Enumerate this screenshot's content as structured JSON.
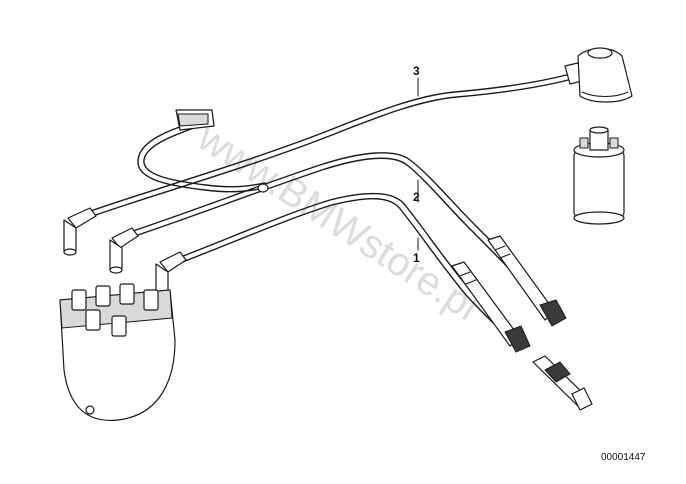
{
  "callouts": {
    "one": "1",
    "two": "2",
    "three": "3"
  },
  "diagram_number": "00001447",
  "watermark": "www.BMWstore.pl"
}
